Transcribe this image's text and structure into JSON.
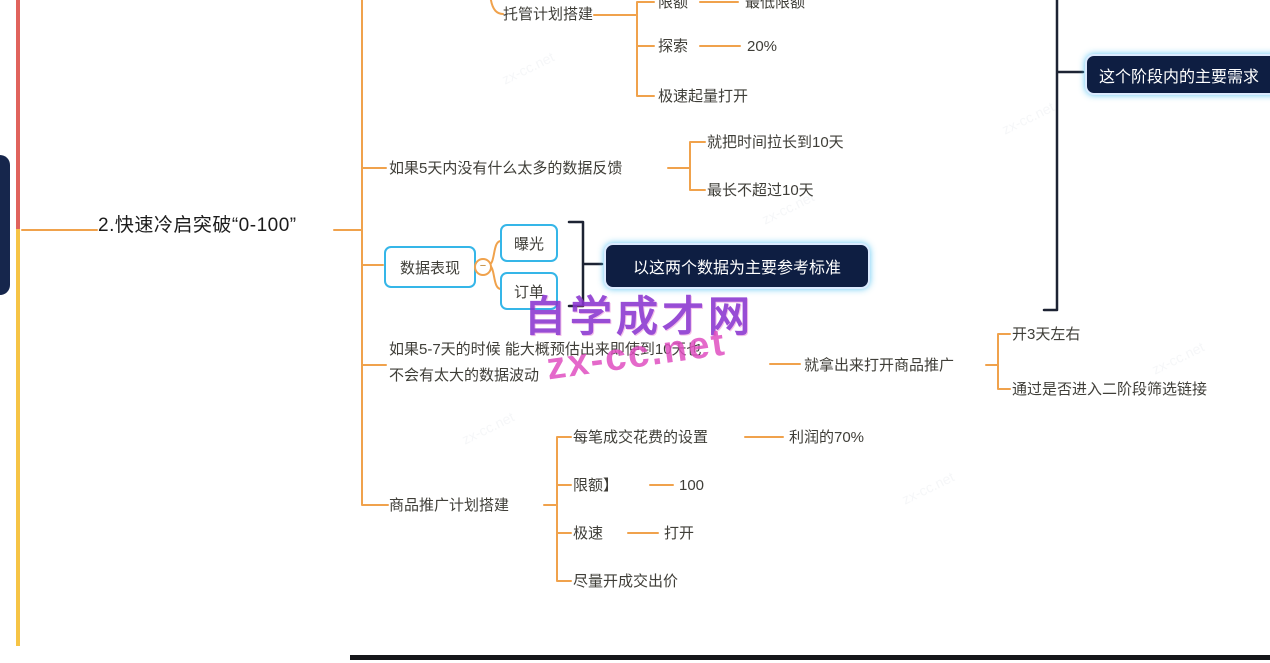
{
  "colors": {
    "connector_orange": "#f0a24c",
    "bracket_black": "#1d2333",
    "box_border_cyan": "#35b6e8",
    "callout_bg": "#0e1e42",
    "callout_text": "#ffffff",
    "left_bar_red": "#e0635c",
    "left_bar_yellow": "#f6c445",
    "watermark_purple": "#8a35d0",
    "watermark_magenta": "#e04fc1",
    "node_text": "#3f3e38"
  },
  "mindmap": {
    "root": "2.快速冷启突破“0-100”",
    "collapse_button": "−",
    "branches": {
      "hosting_plan": {
        "label": "托管计划搭建",
        "children": {
          "limit": {
            "label": "限额",
            "value": "最低限额"
          },
          "explore": {
            "label": "探索",
            "value": "20%"
          },
          "rapid_boost": {
            "label": "极速起量打开"
          }
        }
      },
      "five_day_feedback": {
        "label": "如果5天内没有什么太多的数据反馈",
        "children": {
          "extend": {
            "label": "就把时间拉长到10天"
          },
          "max10": {
            "label": "最长不超过10天"
          }
        }
      },
      "data_performance": {
        "label": "数据表现",
        "children": {
          "exposure": {
            "label": "曝光"
          },
          "orders": {
            "label": "订单"
          }
        },
        "callout": "以这两个数据为主要参考标准"
      },
      "five_seven_day": {
        "label_line1": "如果5-7天的时候  能大概预估出来即使到10天也",
        "label_line2": "不会有太大的数据波动",
        "children": {
          "open_promo": {
            "label": "就拿出来打开商品推广",
            "children": {
              "three_days": {
                "label": "开3天左右"
              },
              "stage_two": {
                "label": "通过是否进入二阶段筛选链接"
              }
            }
          }
        }
      },
      "product_promo_plan": {
        "label": "商品推广计划搭建",
        "children": {
          "cost_per_order": {
            "label": "每笔成交花费的设置",
            "value": "利润的70%"
          },
          "limit": {
            "label": "限额】",
            "value": "100"
          },
          "rapid": {
            "label": "极速",
            "value": "打开"
          },
          "bid": {
            "label": "尽量开成交出价"
          }
        }
      }
    },
    "stage_callout": "这个阶段内的主要需求"
  },
  "watermark": {
    "title": "自学成才网",
    "site": "zx-cc.net"
  }
}
